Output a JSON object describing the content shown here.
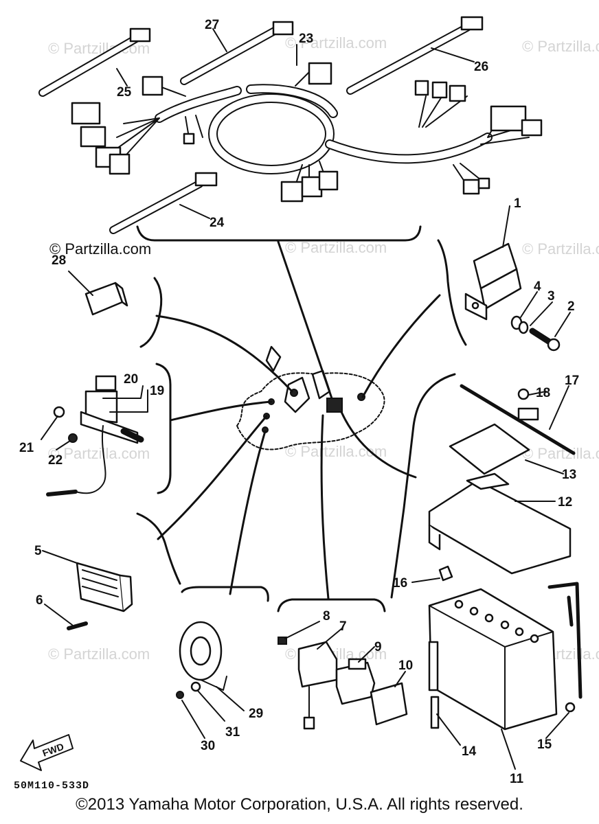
{
  "watermark": "© Partzilla.com",
  "watermark_main": "© Partzilla.com",
  "diagram_code": "50M110-533D",
  "fwd_label": "FWD",
  "copyright": "©2013 Yamaha Motor Corporation, U.S.A. All rights reserved.",
  "callouts": [
    "1",
    "2",
    "3",
    "4",
    "5",
    "6",
    "7",
    "8",
    "9",
    "10",
    "11",
    "12",
    "13",
    "14",
    "15",
    "16",
    "17",
    "18",
    "19",
    "20",
    "21",
    "22",
    "23",
    "24",
    "25",
    "26",
    "27",
    "28",
    "29",
    "30",
    "31"
  ]
}
